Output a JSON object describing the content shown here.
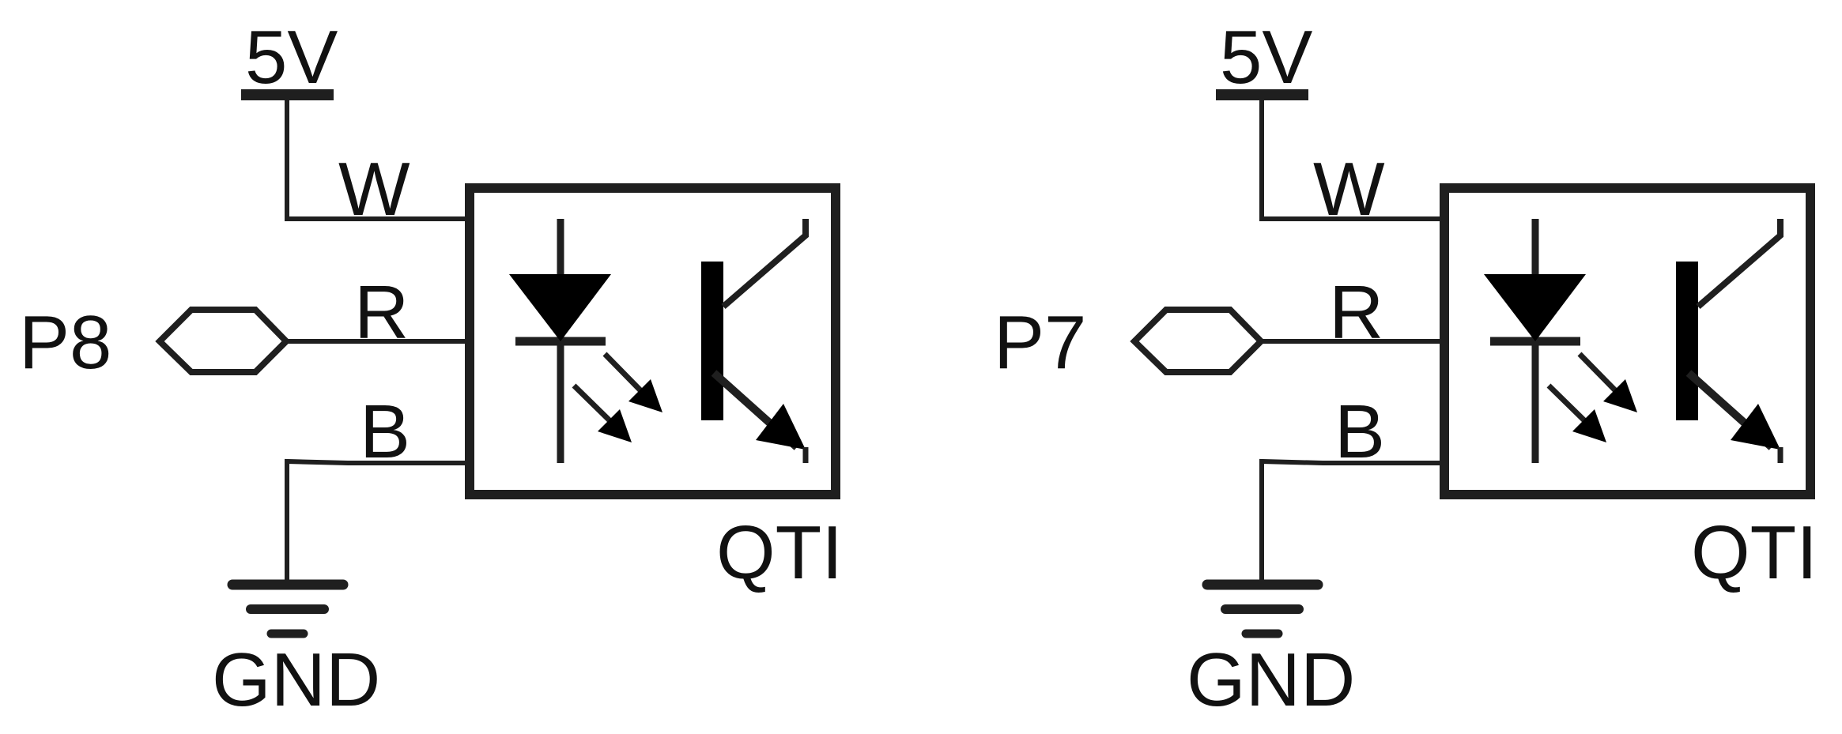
{
  "colors": {
    "wire": "#1f1f1f",
    "background": "#ffffff"
  },
  "circuits": [
    {
      "supply_label": "5V",
      "ground_label": "GND",
      "pin_label": "P8",
      "wire_labels": {
        "white": "W",
        "red": "R",
        "black": "B"
      },
      "component_label": "QTI",
      "component_icons": [
        "led-icon",
        "phototransistor-icon"
      ]
    },
    {
      "supply_label": "5V",
      "ground_label": "GND",
      "pin_label": "P7",
      "wire_labels": {
        "white": "W",
        "red": "R",
        "black": "B"
      },
      "component_label": "QTI",
      "component_icons": [
        "led-icon",
        "phototransistor-icon"
      ]
    }
  ]
}
